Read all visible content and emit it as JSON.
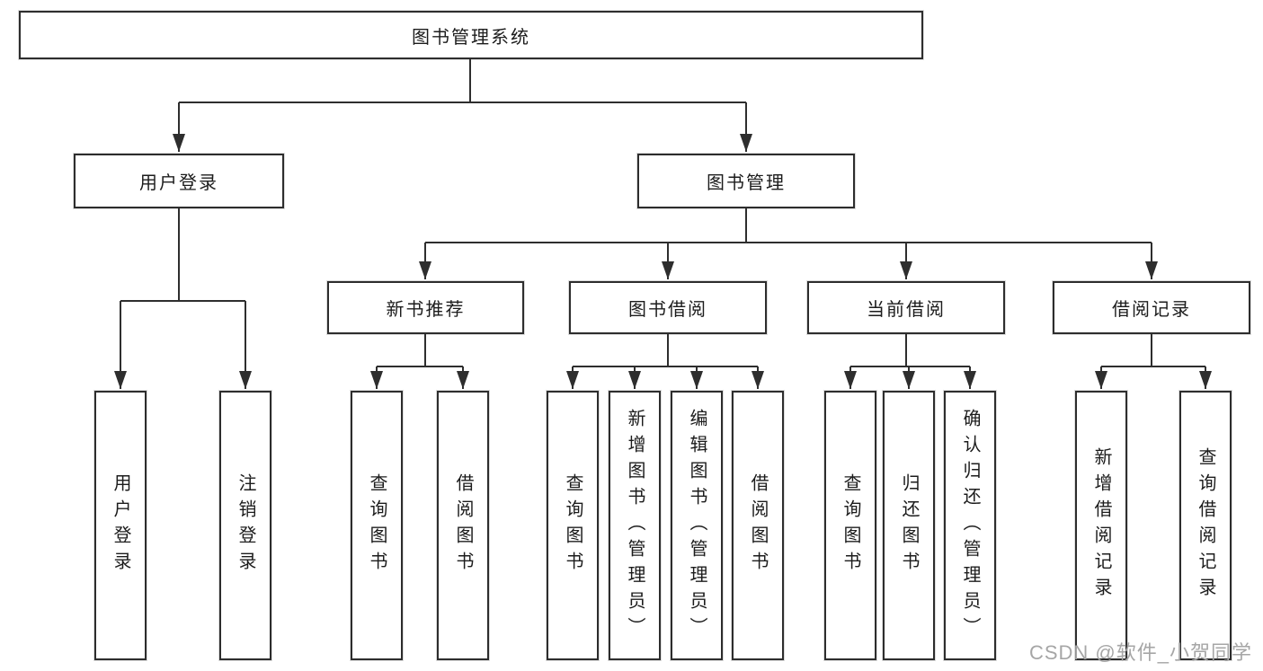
{
  "colors": {
    "line": "#2e2e2e",
    "box_border": "#2d2d2d",
    "text": "#1c1c1c",
    "watermark": "#a6a6a6",
    "background": "#ffffff"
  },
  "watermark": {
    "text": "CSDN @软件_小贺同学"
  },
  "tree": {
    "root": "图书管理系统",
    "branches": [
      {
        "label": "用户登录",
        "children": [
          "用户登录",
          "注销登录"
        ]
      },
      {
        "label": "图书管理",
        "children": [
          {
            "label": "新书推荐",
            "children": [
              "查询图书",
              "借阅图书"
            ]
          },
          {
            "label": "图书借阅",
            "children": [
              "查询图书",
              "新增图书（管理员）",
              "编辑图书（管理员）",
              "借阅图书"
            ]
          },
          {
            "label": "当前借阅",
            "children": [
              "查询图书",
              "归还图书",
              "确认归还（管理员）"
            ]
          },
          {
            "label": "借阅记录",
            "children": [
              "新增借阅记录",
              "查询借阅记录"
            ]
          }
        ]
      }
    ]
  }
}
